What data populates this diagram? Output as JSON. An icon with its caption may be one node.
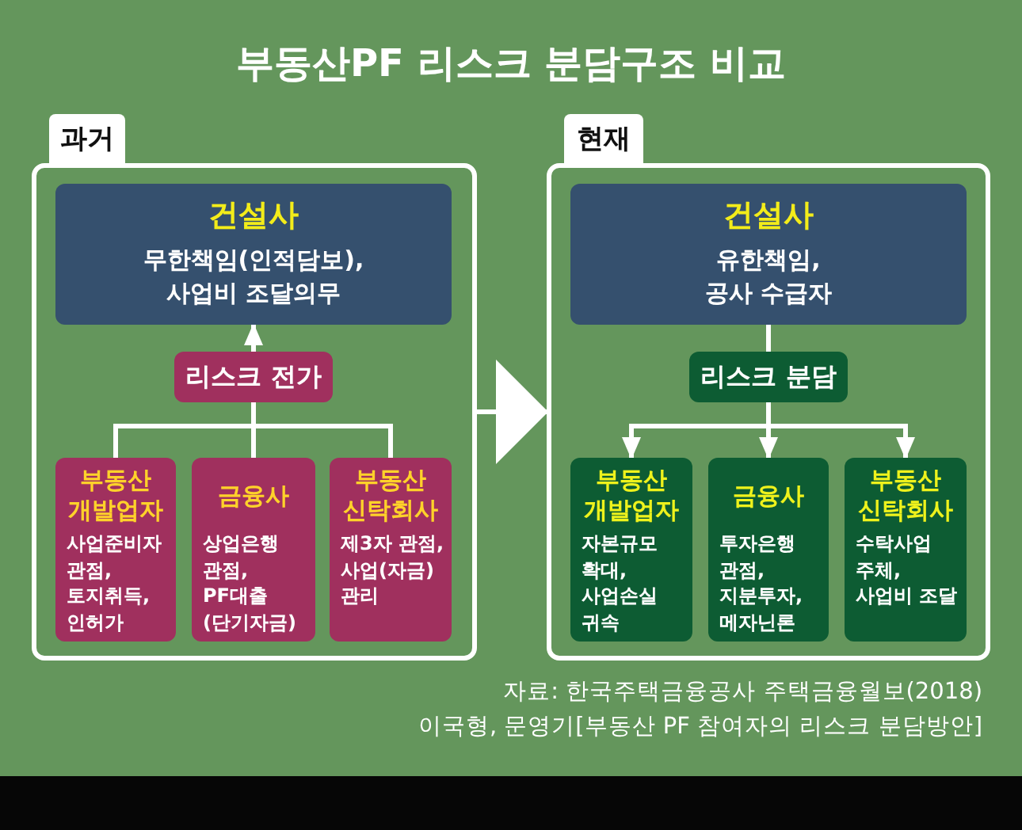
{
  "diagram": {
    "title": "부동산PF 리스크 분담구조 비교",
    "nodes": [
      {
        "text": [
          "과거"
        ]
      },
      {
        "text": [
          "건설사",
          "무한책임(인적담보), 사업비 조달의무"
        ],
        "in": 0
      },
      {
        "text": [
          "리스크 전가"
        ],
        "in": 0
      },
      {
        "text": [
          "부동산 개발업자",
          "사업준비자 관점, 토지취득, 인허가"
        ],
        "in": 0
      },
      {
        "text": [
          "금융사",
          "상업은행 관점, PF대출 (단기자금)"
        ],
        "in": 0
      },
      {
        "text": [
          "부동산 신탁회사",
          "제3자 관점, 사업(자금) 관리"
        ],
        "in": 0
      },
      {
        "text": [
          "현재"
        ]
      },
      {
        "text": [
          "건설사",
          "유한책임, 공사 수급자"
        ],
        "in": 6
      },
      {
        "text": [
          "리스크 분담"
        ],
        "in": 6
      },
      {
        "text": [
          "부동산 개발업자",
          "자본규모 확대, 사업손실 귀속"
        ],
        "in": 6
      },
      {
        "text": [
          "금융사",
          "투자은행 관점, 지분투자, 메자닌론"
        ],
        "in": 6
      },
      {
        "text": [
          "부동산 신탁회사",
          "수탁사업 주체, 사업비 조달"
        ],
        "in": 6
      }
    ],
    "edges": [
      {
        "from": 2,
        "to": 1,
        "arrow": "to"
      },
      {
        "from": 3,
        "to": 2,
        "arrow": "none"
      },
      {
        "from": 4,
        "to": 2,
        "arrow": "none"
      },
      {
        "from": 5,
        "to": 2,
        "arrow": "none"
      },
      {
        "from": 7,
        "to": 8,
        "arrow": "none"
      },
      {
        "from": 8,
        "to": 9,
        "arrow": "to"
      },
      {
        "from": 8,
        "to": 10,
        "arrow": "to"
      },
      {
        "from": 8,
        "to": 11,
        "arrow": "to"
      },
      {
        "from": 0,
        "to": 6,
        "arrow": "to"
      }
    ],
    "labels": [
      "자료: 한국주택금융공사 주택금융월보(2018)",
      "이국형, 문영기[부동산 PF 참여자의 리스크 분담방안]"
    ]
  }
}
